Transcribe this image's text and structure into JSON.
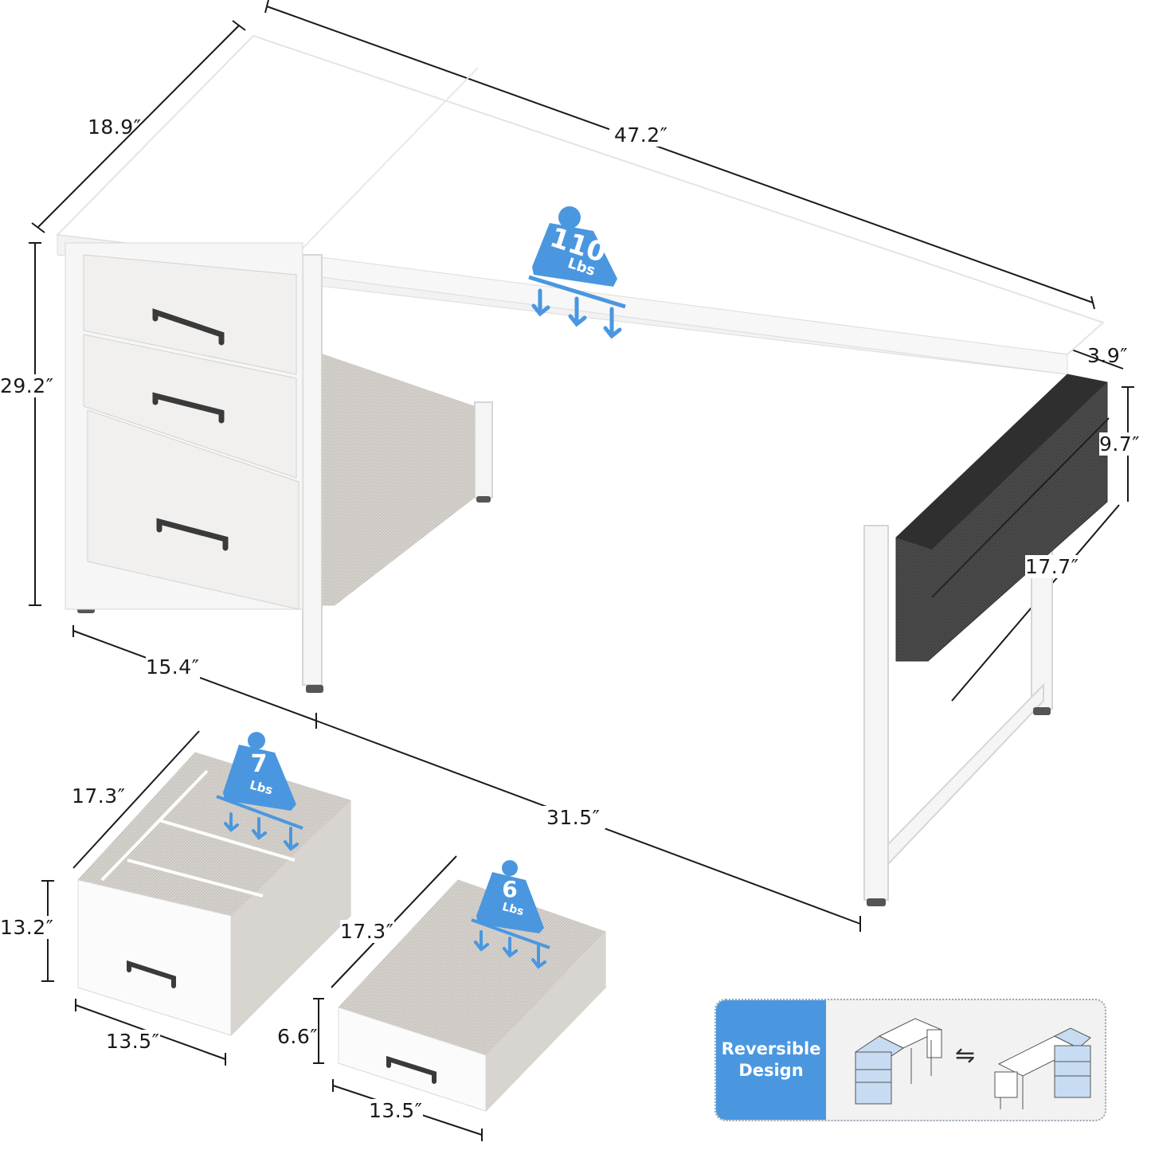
{
  "product": "Computer desk with fabric drawers and side storage bag",
  "colors": {
    "accent_blue": "#4a97e0",
    "desk_white": "#ffffff",
    "fabric_light": "#d9d6d2",
    "bag_dark": "#4a4a4a",
    "line": "#1a1a1a"
  },
  "dimensions": {
    "desk_depth": "18.9″",
    "desk_length": "47.2″",
    "desk_height": "29.2″",
    "bag_width": "3.9″",
    "bag_height": "9.7″",
    "bag_length": "17.7″",
    "cabinet_width": "15.4″",
    "knee_space": "31.5″",
    "large_drawer_depth": "17.3″",
    "large_drawer_height": "13.2″",
    "large_drawer_width": "13.5″",
    "small_drawer_depth": "17.3″",
    "small_drawer_height": "6.6″",
    "small_drawer_width": "13.5″"
  },
  "load_badges": {
    "desktop": {
      "value": "110",
      "unit": "Lbs",
      "icon": "weight-icon"
    },
    "large_drawer": {
      "value": "7",
      "unit": "Lbs",
      "icon": "weight-icon"
    },
    "small_drawer": {
      "value": "6",
      "unit": "Lbs",
      "icon": "weight-icon"
    }
  },
  "reversible": {
    "label_line1": "Reversible",
    "label_line2": "Design",
    "swap_icon": "⇋"
  }
}
